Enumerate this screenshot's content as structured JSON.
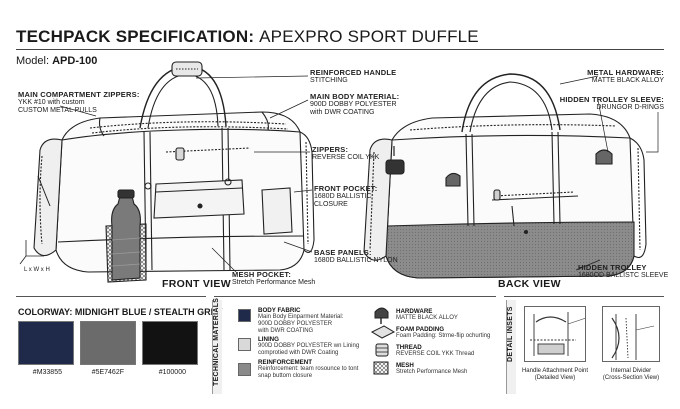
{
  "header": {
    "title_bold": "TECHPACK SPECIFICATION:",
    "title_light": "APEXPRO SPORT DUFFLE",
    "model_prefix": "Model:",
    "model_code": "APD-100"
  },
  "front_view": {
    "label": "FRONT VIEW",
    "dimension_label": "L x W x H",
    "callouts": {
      "main_zippers": {
        "title": "MAIN COMPARTMENT ZIPPERS:",
        "line1": "YKK #10 with custom",
        "line2": "CUSTOM METAL PULLS"
      },
      "handle": {
        "title": "REINFORCED HANDLE",
        "line1": "STITCHING"
      },
      "body_material": {
        "title": "MAIN BODY MATERIAL:",
        "line1": "900D DOBBY POLYESTER",
        "line2": "with DWR COATING"
      },
      "zippers": {
        "title": "ZIPPERS:",
        "line1": "REVERSE COIL YKK"
      },
      "front_pocket": {
        "title": "FRONT POCKET:",
        "line1": "1680D BALLISTIC",
        "line2": "CLOSURE"
      },
      "base_panels": {
        "title": "BASE PANELS:",
        "line1": "1680D BALLISTIC NYLON"
      },
      "mesh_pocket": {
        "title": "MESH POCKET:",
        "line1": "Stretch Performance Mesh"
      }
    }
  },
  "back_view": {
    "label": "BACK VIEW",
    "callouts": {
      "metal_hardware": {
        "title": "METAL HARDWARE:",
        "line1": "MATTE BLACK ALLOY"
      },
      "trolley_sleeve": {
        "title": "HIDDEN TROLLEY SLEEVE:",
        "line1": "DRUNGOR D-RINGS"
      },
      "hidden_trolley": {
        "title": "HIDDEN TROLLEY",
        "line1": "1680OD BALLISTC SLEEVE"
      }
    }
  },
  "colorway": {
    "title": "COLORWAY: MIDNIGHT BLUE / STEALTH GREY",
    "swatches": [
      {
        "code": "#M33855",
        "color": "#1f2a4a"
      },
      {
        "code": "#5E7462F",
        "color": "#6b6b6b"
      },
      {
        "code": "#100000",
        "color": "#121212"
      }
    ]
  },
  "technical_materials": {
    "section_label": "TECHNICAL MATERIALS",
    "body_fabric": {
      "title": "BODY FABRIC",
      "line1": "Main Body Einparment Material:",
      "line2": "900D DOBBY POLYESTER",
      "line3": "with DWR COATING",
      "chip": "#1f2a4a"
    },
    "lining": {
      "title": "LINING",
      "line1": "900D DOBBY POLYESTER wn Lining",
      "line2": "comprotied with DWR Coating",
      "chip": "#d9d9d9"
    },
    "reinforcement": {
      "title": "REINFORCEMENT",
      "line1": "Reinforcement: team rosounce to tont",
      "line2": "snap buttom closure",
      "chip": "#8a8a8a"
    },
    "hardware": {
      "title": "HARDWARE",
      "line1": "MATTE BLACK ALLOY"
    },
    "foam": {
      "title": "FOAM PADDING",
      "line1": "Foam Padding: Strme-flip ochurting"
    },
    "thread": {
      "title": "THREAD",
      "line1": "REVERSE COIL YKK Thread"
    },
    "mesh": {
      "title": "MESH",
      "line1": "Stretch Performance Mesh"
    }
  },
  "detail_insets": {
    "section_label": "DETAIL INSETS",
    "handle_attach": {
      "line1": "Handle Attachment Point",
      "line2": "(Detailed View)"
    },
    "internal_divider": {
      "line1": "Internal Divider",
      "line2": "(Cross-Section View)"
    }
  }
}
